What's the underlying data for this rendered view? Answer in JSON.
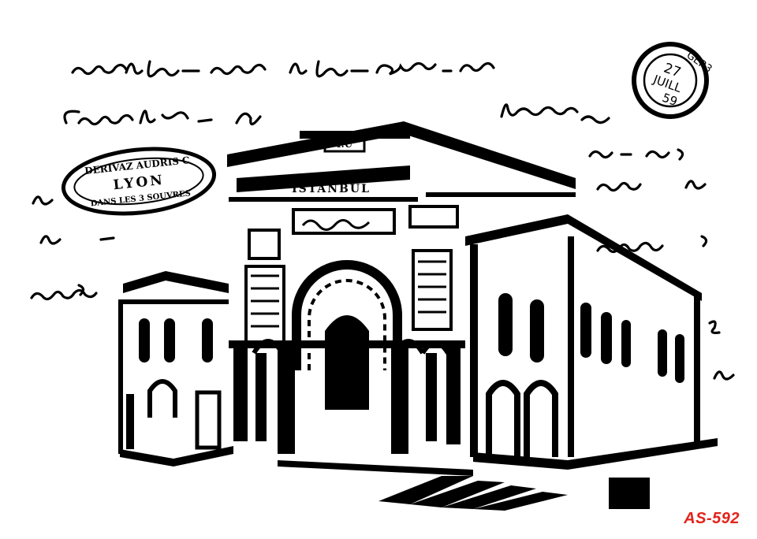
{
  "stamp_round": {
    "top": "GER3",
    "day": "27",
    "month": "JUILL",
    "year": "59"
  },
  "stamp_oval": {
    "line1": "DERIVAZ AUDRIS C",
    "city": "LYON",
    "line3": "DANS LES 3 SOUVRES"
  },
  "building_sign": "ISTANBUL",
  "building_monogram": "I.Ü",
  "product_code": "AS-592",
  "colors": {
    "ink": "#000000",
    "paper": "#ffffff",
    "code_red": "#e2231a"
  }
}
